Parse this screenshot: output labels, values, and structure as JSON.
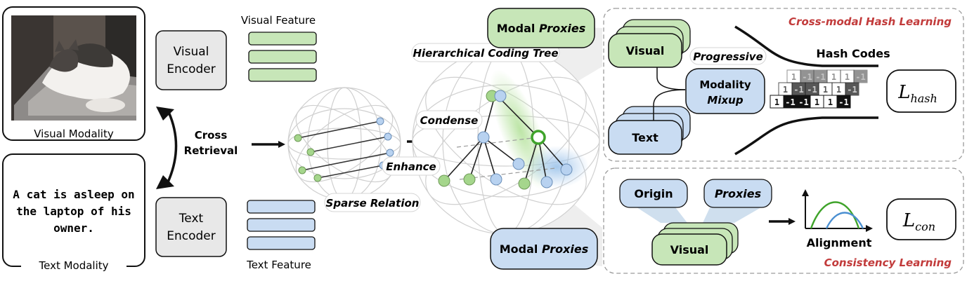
{
  "visual_modality": {
    "caption": "Visual Modality"
  },
  "text_modality": {
    "caption": "Text Modality",
    "sentence_line1": "A cat is asleep on",
    "sentence_line2": "the laptop of his",
    "sentence_line3": "owner."
  },
  "cross_retrieval": {
    "line1": "Cross",
    "line2": "Retrieval"
  },
  "visual_encoder": {
    "line1": "Visual",
    "line2": "Encoder"
  },
  "text_encoder": {
    "line1": "Text",
    "line2": "Encoder"
  },
  "visual_feature": {
    "label": "Visual Feature"
  },
  "text_feature": {
    "label": "Text Feature"
  },
  "sparse_relation": {
    "label": "Sparse Relation"
  },
  "labels": {
    "condense": "Condense",
    "enhance": "Enhance",
    "tree": "Hierarchical Coding Tree"
  },
  "modal_proxies_top": {
    "word1": "Modal",
    "word2": "Proxies"
  },
  "modal_proxies_bottom": {
    "word1": "Modal",
    "word2": "Proxies"
  },
  "hash_panel": {
    "title": "Cross-modal Hash Learning",
    "visual": "Visual",
    "text": "Text",
    "progressive": "Progressive",
    "mixup_line1": "Modality",
    "mixup_line2": "Mixup",
    "hash_codes": "Hash Codes",
    "codes": [
      "1",
      "-1",
      "-1",
      "1",
      "1",
      "-1"
    ],
    "loss_main": "L",
    "loss_sub": "hash"
  },
  "consistency_panel": {
    "title": "Consistency Learning",
    "origin": "Origin",
    "proxies": "Proxies",
    "visual": "Visual",
    "alignment": "Alignment",
    "loss_main": "L",
    "loss_sub": "con"
  },
  "colors": {
    "green": "#c7e6b8",
    "blue": "#c9dcf2",
    "title_red": "#c23b3b"
  }
}
